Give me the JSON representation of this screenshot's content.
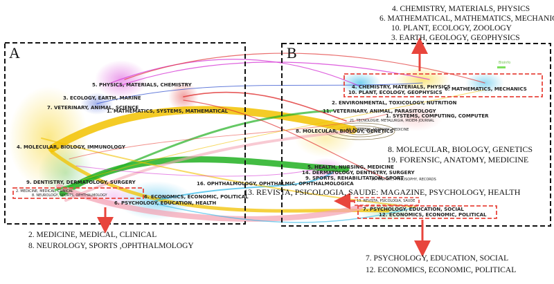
{
  "panels": {
    "a": "A",
    "b": "B"
  },
  "top_annotation": [
    "4. CHEMISTRY, MATERIALS, PHYSICS",
    "6. MATHEMATICAL, MATHEMATICS, MECHANICS",
    "10. PLANT, ECOLOGY, ZOOLOGY",
    "3. EARTH, GEOLOGY, GEOPHYSICS"
  ],
  "left_annotation": [
    "2. MEDICINE, MEDICAL, CLINICAL",
    "8. NEUROLOGY, SPORTS ,OPHTHALMOLOGY"
  ],
  "bottom_annotation": [
    "7. PSYCHOLOGY, EDUCATION, SOCIAL",
    "12. ECONOMICS, ECONOMIC, POLITICAL"
  ],
  "right_annotation": {
    "line1": "8. MOLECULAR, BIOLOGY, GENETICS",
    "line2": "19. FORENSIC, ANATOMY, MEDICINE",
    "line3": "13. REVISTA, PSICOLOGIA, SAUDE: MAGAZINE, PSYCHOLOGY, HEALTH"
  },
  "panel_a_labels": {
    "physics": "5. PHYSICS, MATERIALS, CHEMISTRY",
    "ecology": "3. ECOLOGY, EARTH, MARINE",
    "veterinary": "7. VETERINARY, ANIMAL, SCIENCE",
    "mathematics": "1. MATHEMATICS, SYSTEMS, MATHEMATICAL",
    "molecular": "4. MOLECULAR, BIOLOGY, IMMUNOLOGY",
    "dentistry": "9. DENTISTRY, DERMATOLOGY, SURGERY",
    "medicine": "2. MEDICINE, MEDICAL, CLINICAL",
    "neurology": "8. NEUROLOGY, SPORTS, OPHTHALMOLOGY",
    "economics": "6. ECONOMICS, ECONOMIC, POLITICAL",
    "psychology": "6. PSYCHOLOGY, EDUCATION, HEALTH"
  },
  "panel_b_labels": {
    "chemistry": "4. CHEMISTRY, MATERIALS, PHYSICS",
    "plant": "10. PLANT, ECOLOGY, GEOPHYSICS",
    "math": "6. MATHEMATICS, MECHANICS",
    "environmental": "2. ENVIRONMENTAL, TOXICOLOGY, NUTRITION",
    "veterinary": "11. VETERINARY, ANIMAL, PARASITOLOGY",
    "systems": "1. SYSTEMS, COMPUTING, COMPUTER",
    "tecnologie": "21. TECNOLOGIE, METALURGIA, MIDEM-JOURNAL",
    "molecular": "8. MOLECULAR, BIOLOGY, GENETICS",
    "forensic": "19. FORENSIC, ANATOMY, MEDICINE",
    "health": "5. HEALTH, NURSING, MEDICINE",
    "dermatology": "14. DERMATOLOGY, DENTISTRY, SURGERY",
    "sports": "9. SPORTS, REHABILITATION, SPORT",
    "history": "16. HISTORY, PHILOSOPHY, RECORDS",
    "ophthalmology": "16. OPHTHALMOLOGY, OPHTHALMIC, OPHTHALMOLOGICA",
    "revista": "13. REVISTA, PSICOLOGIA, SAUDE",
    "psychology": "7. PSYCHOLOGY, EDUCATION, SOCIAL",
    "economics": "12. ECONOMICS, ECONOMIC, POLITICAL",
    "legend_tag": "Bioinfo"
  },
  "colors": {
    "yellow": "#f2c200",
    "green": "#22b022",
    "pink": "#f4a6b6",
    "red_flow": "#e0404a",
    "annotation_red": "#e8453c",
    "dashed_frame": "#111111"
  }
}
